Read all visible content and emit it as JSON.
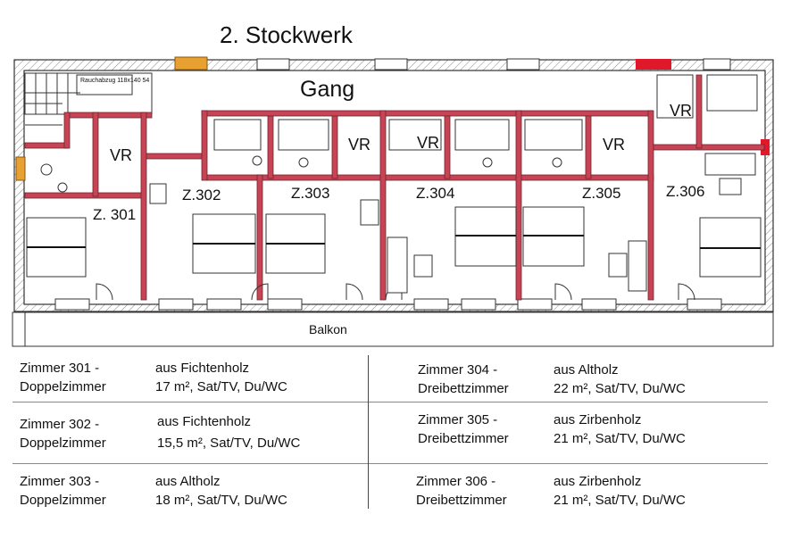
{
  "page": {
    "title": "2. Stockwerk"
  },
  "plan": {
    "corridor_label": "Gang",
    "balcony_label": "Balkon",
    "stair_note": "Rauchabzug 118x140 54",
    "vr_label": "VR",
    "room_labels": [
      "Z. 301",
      "Z.302",
      "Z.303",
      "Z.304",
      "Z.305",
      "Z.306"
    ],
    "colors": {
      "wall": "#c84455",
      "wall_outline": "#6a2630",
      "outer_wall": "#333333",
      "hatch": "#777777",
      "accent_red": "#e0182a",
      "accent_orange": "#e8a030"
    }
  },
  "rooms": [
    {
      "name": "Zimmer 301 -",
      "type": "Doppelzimmer",
      "wood": "aus Fichtenholz",
      "details": "17 m², Sat/TV, Du/WC"
    },
    {
      "name": "Zimmer 302 -",
      "type": "Doppelzimmer",
      "wood": "aus Fichtenholz",
      "details": "15,5 m², Sat/TV, Du/WC"
    },
    {
      "name": "Zimmer 303 -",
      "type": "Doppelzimmer",
      "wood": "aus Altholz",
      "details": "18 m², Sat/TV, Du/WC"
    },
    {
      "name": "Zimmer 304 -",
      "type": "Dreibettzimmer",
      "wood": "aus Altholz",
      "details": "22 m², Sat/TV, Du/WC"
    },
    {
      "name": "Zimmer 305 -",
      "type": "Dreibettzimmer",
      "wood": "aus Zirbenholz",
      "details": "21 m², Sat/TV, Du/WC"
    },
    {
      "name": "Zimmer 306 -",
      "type": "Dreibettzimmer",
      "wood": "aus Zirbenholz",
      "details": "21 m², Sat/TV, Du/WC"
    }
  ]
}
